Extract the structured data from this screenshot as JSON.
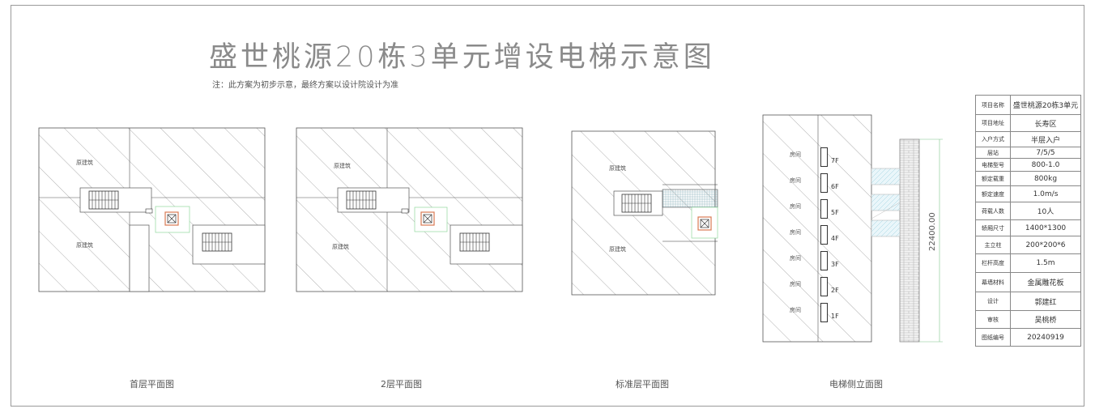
{
  "title": "盛世桃源20栋3单元增设电梯示意图",
  "note": "注：此方案为初步示意，最终方案以设计院设计为准",
  "plans": {
    "ground": {
      "caption": "首层平面图",
      "label_top": "原建筑",
      "label_bottom": "原建筑"
    },
    "second": {
      "caption": "2层平面图",
      "label_top": "原建筑",
      "label_bottom": "原建筑"
    },
    "standard": {
      "caption": "标准层平面图",
      "label_top": "原建筑",
      "label_bottom": "原建筑"
    }
  },
  "elevation": {
    "caption": "电梯侧立面图",
    "room_label": "房间",
    "floors": [
      "7F",
      "6F",
      "5F",
      "4F",
      "3F",
      "2F",
      "1F"
    ],
    "height_dim": "22400.00"
  },
  "info_table": [
    {
      "key": "项目名称",
      "value": "盛世桃源20栋3单元"
    },
    {
      "key": "项目地址",
      "value": "长寿区"
    },
    {
      "key": "入户方式",
      "value": "半层入户"
    },
    {
      "key": "层站",
      "value": "7/5/5"
    },
    {
      "key": "电梯型号",
      "value": "800-1.0"
    },
    {
      "key": "额定载重",
      "value": "800kg"
    },
    {
      "key": "额定速度",
      "value": "1.0m/s"
    },
    {
      "key": "荷载人数",
      "value": "10人"
    },
    {
      "key": "轿厢尺寸",
      "value": "1400*1300"
    },
    {
      "key": "主立柱",
      "value": "200*200*6"
    },
    {
      "key": "栏杆高度",
      "value": "1.5m"
    },
    {
      "key": "幕墙材料",
      "value": "金属雕花板"
    },
    {
      "key": "设计",
      "value": "郭建红"
    },
    {
      "key": "审核",
      "value": "吴桃桥"
    },
    {
      "key": "图纸编号",
      "value": "20240919"
    }
  ]
}
